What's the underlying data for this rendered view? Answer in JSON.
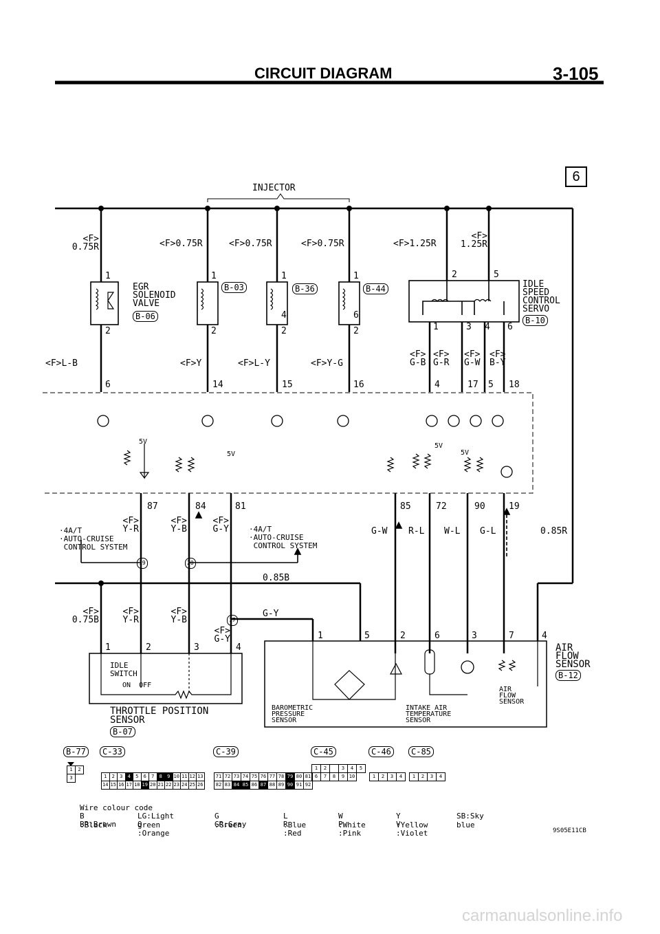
{
  "header": {
    "title": "CIRCUIT DIAGRAM",
    "page_no": "3-105"
  },
  "section_badge": "6",
  "injector": {
    "label": "INJECTOR"
  },
  "wires_top": [
    "<F>\n0.75R",
    "<F>0.75R",
    "<F>0.75R",
    "<F>0.75R",
    "<F>1.25R",
    "<F>\n1.25R"
  ],
  "egr": {
    "name": "EGR\nSOLENOID\nVALVE",
    "code": "B-06",
    "pin_a": "1",
    "pin_b": "2",
    "wire_out": "<F>L-B",
    "ecu_pin": "6"
  },
  "inj1": {
    "code": "B-03",
    "pin_a": "1",
    "pin_b": "2",
    "wire_out": "<F>Y",
    "ecu_pin": "14"
  },
  "inj2": {
    "code": "B-36",
    "pin_a": "1",
    "pin_mid": "4",
    "pin_b": "2",
    "wire_out": "<F>L-Y",
    "ecu_pin": "15"
  },
  "inj3": {
    "code": "B-44",
    "pin_a": "1",
    "pin_mid": "6",
    "pin_b": "2",
    "wire_out": "<F>Y-G",
    "ecu_pin": "16"
  },
  "isc": {
    "name": "IDLE\nSPEED\nCONTROL\nSERVO",
    "code": "B-10",
    "pins_top": [
      "2",
      "5"
    ],
    "pins_bottom": [
      "1",
      "3",
      "4",
      "6"
    ],
    "wires": [
      "<F>\nG-B",
      "<F>\nG-R",
      "<F>\nG-W",
      "<F>\nB-Y"
    ],
    "ecu_pins": [
      "4",
      "17",
      "5",
      "18"
    ]
  },
  "ecu": {
    "v5": "5V",
    "bottom_pins": [
      "87",
      "84",
      "81",
      "85",
      "72",
      "90",
      "19"
    ]
  },
  "mid": {
    "note_left": "·4A/T\n·AUTO-CRUISE\n CONTROL SYSTEM",
    "note_right": "·4A/T\n·AUTO-CRUISE\n CONTROL SYSTEM",
    "w87": "<F>\nY-R",
    "w84": "<F>\nY-B",
    "w81": "<F>\nG-Y",
    "w85": "G-W",
    "w72": "R-L",
    "w90": "W-L",
    "w19": "G-L",
    "w_right": "0.85R",
    "conn19": "19",
    "conn20": "20",
    "conn17": "17",
    "w_bus": "0.85B"
  },
  "tps": {
    "w1": "<F>\n0.75B",
    "w2": "<F>\nY-R",
    "w3": "<F>\nY-B",
    "w4": "<F>\nG-Y",
    "w4_top": "G-Y",
    "pins": [
      "1",
      "2",
      "3",
      "4"
    ],
    "idle_switch": "IDLE\nSWITCH",
    "on_off": "ON  OFF",
    "name": "THROTTLE POSITION\nSENSOR",
    "code": "B-07"
  },
  "afs": {
    "pins": [
      "1",
      "5",
      "2",
      "6",
      "3",
      "7",
      "4"
    ],
    "name": "AIR\nFLOW\nSENSOR",
    "code": "B-12",
    "inner_afs": "AIR\nFLOW\nSENSOR",
    "baro": "BAROMETRIC\nPRESSURE\nSENSOR",
    "iat": "INTAKE AIR\nTEMPERATURE\nSENSOR"
  },
  "connectors": {
    "codes": [
      "B-77",
      "C-33",
      "C-39",
      "C-45",
      "C-46",
      "C-85"
    ],
    "b77_cells": [
      "1",
      "2",
      "3"
    ],
    "c33_row1": [
      "1",
      "2",
      "3",
      "4",
      "5",
      "6",
      "7",
      "8",
      "9",
      "10",
      "11",
      "12",
      "13"
    ],
    "c33_row2": [
      "14",
      "15",
      "16",
      "17",
      "18",
      "19",
      "20",
      "21",
      "22",
      "23",
      "24",
      "25",
      "26"
    ],
    "c39_row1": [
      "71",
      "72",
      "73",
      "74",
      "75",
      "76",
      "77",
      "78",
      "79",
      "80",
      "81"
    ],
    "c39_row2": [
      "82",
      "83",
      "84",
      "85",
      "86",
      "87",
      "88",
      "89",
      "90",
      "91",
      "92"
    ],
    "c45_row1": [
      "1",
      "2",
      "",
      "3",
      "4"
    ],
    "c45_row2": [
      "5",
      "6",
      "7",
      "8",
      "9",
      "10"
    ],
    "c46_cells": [
      "1",
      "2",
      "3",
      "4"
    ],
    "c85_cells": [
      "1",
      "2",
      "3",
      "4"
    ]
  },
  "legend": {
    "title": "Wire colour code",
    "row1": [
      "B :Black",
      "LG:Light green",
      "G :Green",
      "L :Blue",
      "W :White",
      "Y :Yellow",
      "SB:Sky blue"
    ],
    "row2": [
      "BR:Brown",
      "O :Orange",
      "GR:Gray",
      "R :Red",
      "P :Pink",
      "V :Violet"
    ]
  },
  "figure_code": "9S05E11CB",
  "watermark": "carmanualsonline.info"
}
